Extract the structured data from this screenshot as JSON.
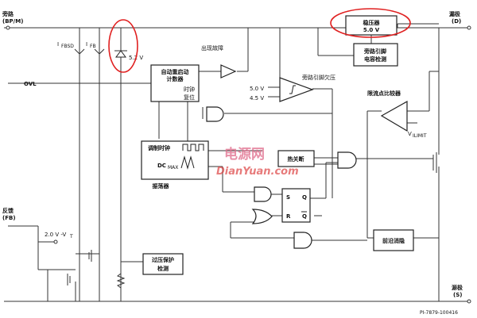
{
  "pins": {
    "bypass": [
      "旁路",
      "(BP/M)"
    ],
    "drain": [
      "漏极",
      "(D)"
    ],
    "feedback": [
      "反馈",
      "(FB)"
    ],
    "source": [
      "源极",
      "(S)"
    ]
  },
  "blocks": {
    "regulator": [
      "稳压器",
      "5.0 V"
    ],
    "bp_cap_detect": [
      "旁路引脚",
      "电容检测"
    ],
    "auto_restart": [
      "自动重启动",
      "计数器"
    ],
    "clock_label": "时钟",
    "reset_label": "复位",
    "oscillator_top": "调制时钟",
    "dcmax": "DC",
    "dcmax_sub": "MAX",
    "oscillator_bottom": "振荡器",
    "thermal": "热关断",
    "leb": "前沿消隐",
    "ovp": [
      "过压保护",
      "检测"
    ],
    "ilimit_comp": "限流点比较器"
  },
  "labels": {
    "fault": "出现故障",
    "bp_uv": "旁路引脚欠压",
    "v5": "5.0 V",
    "v45": "4.5 V",
    "ovl": "OVL",
    "zener": "5.2 V",
    "ifbsd": "I",
    "ifbsd_sub": "FBSD",
    "ifb": "I",
    "ifb_sub": "FB",
    "vilimit": "V",
    "vilimit_sub": "ILIMIT",
    "fb_ref": "2.0 V -V",
    "fb_ref_sub": "T",
    "latch_s": "S",
    "latch_r": "R",
    "latch_q": "Q",
    "latch_qbar": "Q",
    "part_no": "PI-7879-100416"
  },
  "watermark": {
    "cn": "电源网",
    "en": "DianYuan.com"
  },
  "colors": {
    "highlight": "#e02020",
    "watermark": "#e06a8a"
  }
}
